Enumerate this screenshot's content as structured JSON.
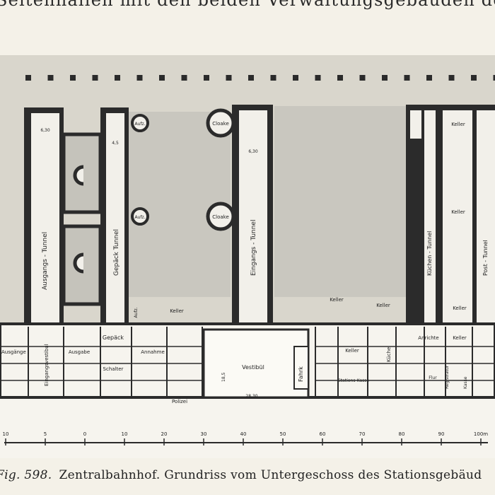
{
  "header_text": "Seitenhallen mit den beiden Verwaltungsgebäuden der",
  "caption": {
    "fig": "Fig. 598.",
    "text": "Zentralbahnhof.  Grundriss vom Untergeschoss des Stationsgebäud"
  },
  "labels": {
    "ausgangs_tunnel": "Ausgangs - Tunnel",
    "gepaeck_tunnel": "Gepäck Tunnel",
    "eingangs_tunnel": "Eingangs - Tunnel",
    "kuechen_tunnel": "Küchen - Tunnel",
    "post_tunnel": "Post - Tunnel",
    "cloake_1": "Cloake",
    "cloake_2": "Cloake",
    "aufz_1": "Aufz.",
    "aufz_2": "Aufz.",
    "aufz_3": "Aufz.",
    "keller_1": "Keller",
    "keller_2": "Keller",
    "keller_3": "Keller",
    "keller_4": "Keller",
    "keller_5": "Keller",
    "keller_6": "Keller",
    "keller_7": "Keller",
    "keller_8": "Keller",
    "gepaeck": "Gepäck",
    "ausgabe": "Ausgabe",
    "annahme": "Annahme",
    "schalter": "Schalter",
    "eingangsvestibul": "Eingangsvestibul",
    "ausgange": "Ausgänge",
    "vestibuel": "Vestibül",
    "fahrk": "Fahrk",
    "polizei": "Polizei",
    "anrichte": "Anrichte",
    "stations_kasse": "Stations-Kasse",
    "kueche": "Küche",
    "registratur": "Registratur",
    "kasse": "Kasse",
    "flur": "Flur",
    "dim_630_a": "6,30",
    "dim_630_b": "6,30",
    "dim_45": "4,5",
    "dim_185": "18,5",
    "dim_2830": "28,30"
  },
  "scale": {
    "ticks": [
      "10",
      "5",
      "0",
      "10",
      "20",
      "30",
      "40",
      "50",
      "60",
      "70",
      "80",
      "90",
      "100m"
    ]
  }
}
